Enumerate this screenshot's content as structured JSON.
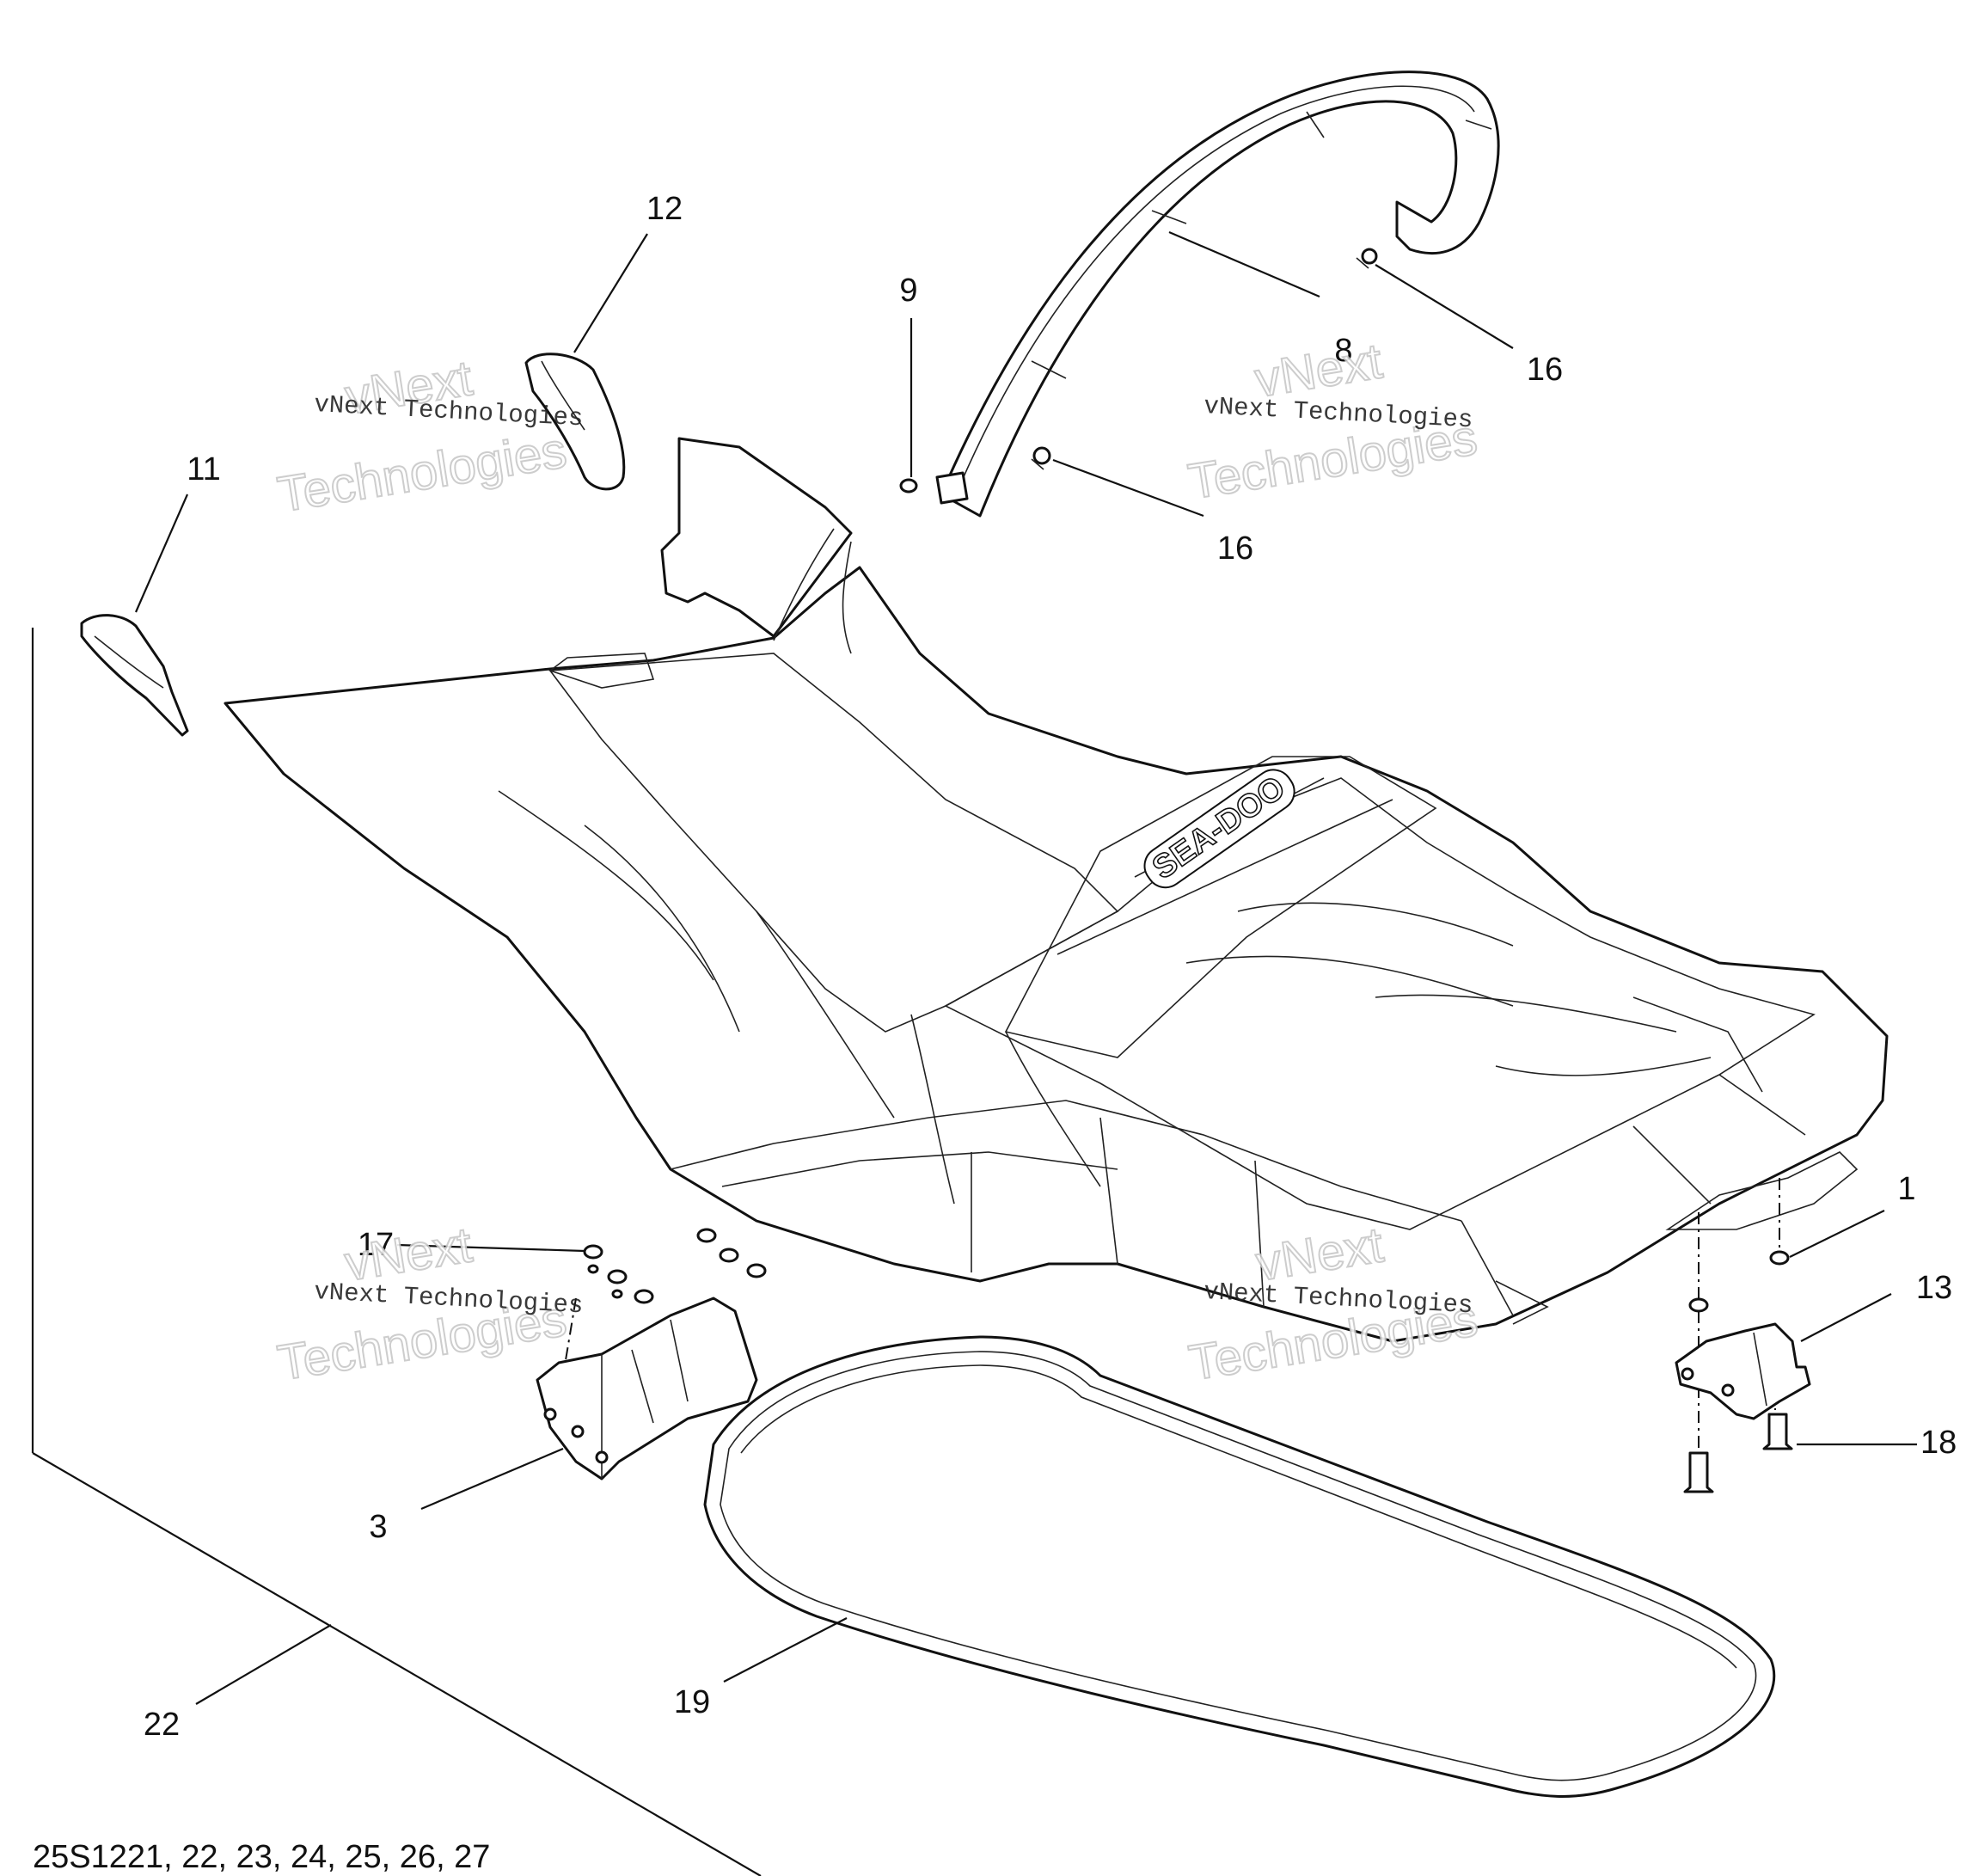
{
  "callouts": [
    {
      "id": "c12",
      "label": "12"
    },
    {
      "id": "c9",
      "label": "9"
    },
    {
      "id": "c8",
      "label": "8"
    },
    {
      "id": "c16a",
      "label": "16"
    },
    {
      "id": "c16b",
      "label": "16"
    },
    {
      "id": "c11",
      "label": "11"
    },
    {
      "id": "c17",
      "label": "17"
    },
    {
      "id": "c1",
      "label": "1"
    },
    {
      "id": "c13",
      "label": "13"
    },
    {
      "id": "c18",
      "label": "18"
    },
    {
      "id": "c3",
      "label": "3"
    },
    {
      "id": "c19",
      "label": "19"
    },
    {
      "id": "c22",
      "label": "22"
    }
  ],
  "watermark": {
    "small": "vNext Technologies",
    "big_line1": "vNext",
    "big_line2": "Technologies"
  },
  "seat_logo": "SEA-DOO",
  "footer_code": "25S1221, 22, 23, 24, 25, 26, 27"
}
